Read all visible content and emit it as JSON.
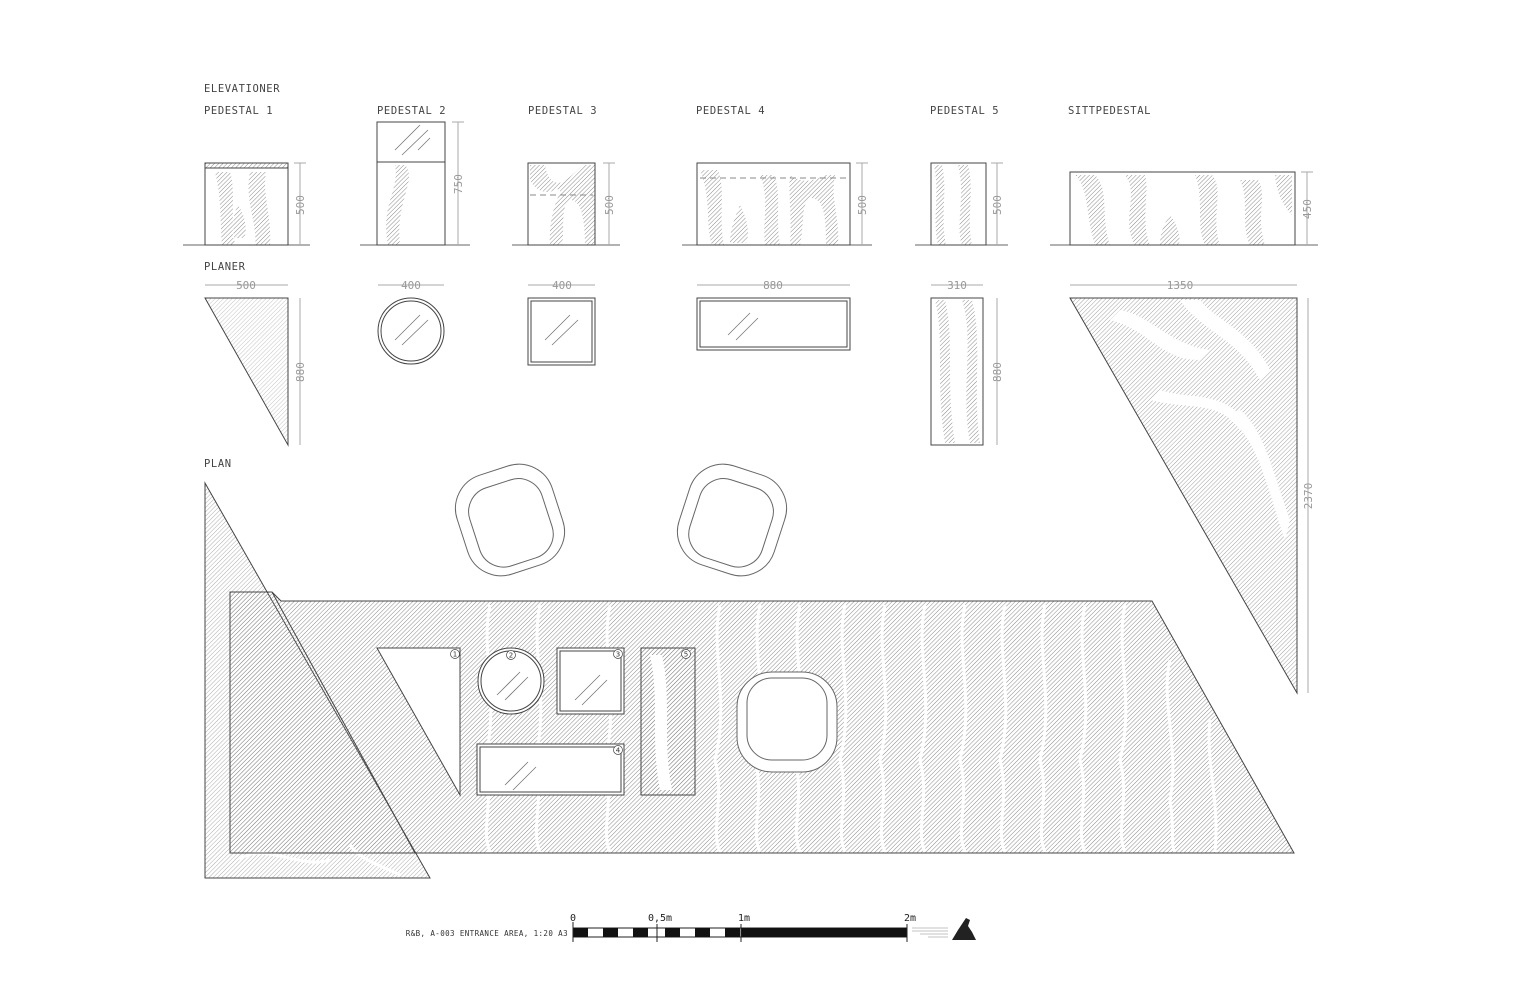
{
  "sections": {
    "elevations": "ELEVATIONER",
    "plans": "PLANER",
    "plan": "PLAN"
  },
  "pedestals": [
    {
      "name": "PEDESTAL 1",
      "height": "500",
      "width": "500",
      "depth": "880"
    },
    {
      "name": "PEDESTAL 2",
      "height": "750",
      "width": "400"
    },
    {
      "name": "PEDESTAL 3",
      "height": "500",
      "width": "400"
    },
    {
      "name": "PEDESTAL 4",
      "height": "500",
      "width": "880"
    },
    {
      "name": "PEDESTAL 5",
      "height": "500",
      "width": "310",
      "depth": "880"
    },
    {
      "name": "SITTPEDESTAL",
      "height": "450",
      "width": "1350",
      "depth": "2370"
    }
  ],
  "plan_markers": [
    "1",
    "2",
    "3",
    "4",
    "5"
  ],
  "title_block": {
    "caption": "R&B, A-003 ENTRANCE AREA, 1:20 A3",
    "scale_labels": [
      "0",
      "0,5m",
      "1m",
      "2m"
    ]
  },
  "colors": {
    "line": "#444444",
    "hatch": "#9a9a9a"
  }
}
